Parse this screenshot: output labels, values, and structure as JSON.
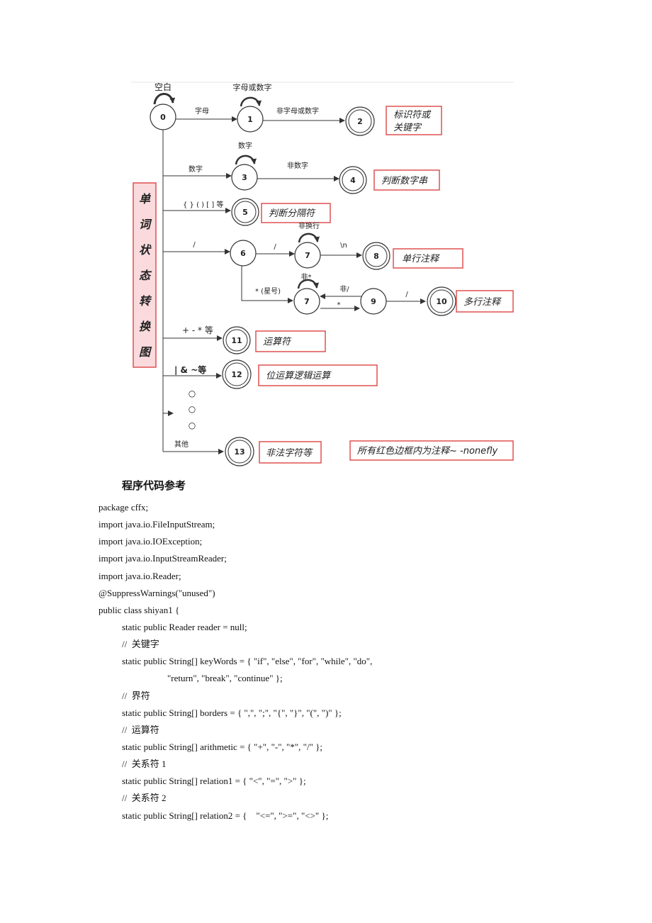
{
  "diagram": {
    "vertical_title": [
      "单",
      "词",
      "状",
      "态",
      "转",
      "换",
      "图"
    ],
    "states": {
      "s0": "0",
      "s1": "1",
      "s2": "2",
      "s3": "3",
      "s4": "4",
      "s5": "5",
      "s6": "6",
      "s7a": "7",
      "s7b": "7",
      "s8": "8",
      "s9": "9",
      "s10": "10",
      "s11": "11",
      "s12": "12",
      "s13": "13"
    },
    "edge_labels": {
      "blank_loop": "空白",
      "letter": "字母",
      "letter_or_digit_loop": "字母或数字",
      "non_letter_or_digit": "非字母或数字",
      "digit": "数字",
      "digit_loop": "数字",
      "non_digit": "非数字",
      "delimiters": "{ } ( ) [ ]  等",
      "slash_to_6": "/",
      "slash_to_7": "/",
      "non_newline_loop": "非换行",
      "newline": "\\n",
      "star": "* (星号)",
      "non_star_loop": "非*",
      "non_slash": "非/",
      "star_back": "*",
      "slash_to_10": "/",
      "ops": "+  -  *  等",
      "bitops": "| & ~等",
      "other": "其他"
    },
    "dots": [
      "○",
      "○",
      "○"
    ],
    "notes": {
      "identifier": [
        "标识符或",
        "关键字"
      ],
      "number": "判断数字串",
      "delimiter": "判断分隔符",
      "single_comment": "单行注释",
      "multi_comment": "多行注释",
      "operator": "运算符",
      "bit_logic": "位运算逻辑运算",
      "illegal": "非法字符等",
      "footer": "所有红色边框内为注释~    -nonefly"
    }
  },
  "heading": "程序代码参考",
  "code": [
    {
      "indent": 0,
      "text": "package cffx;"
    },
    {
      "indent": 0,
      "text": "import java.io.FileInputStream;"
    },
    {
      "indent": 0,
      "text": "import java.io.IOException;"
    },
    {
      "indent": 0,
      "text": "import java.io.InputStreamReader;"
    },
    {
      "indent": 0,
      "text": "import java.io.Reader;"
    },
    {
      "indent": 0,
      "text": "@SuppressWarnings(\"unused\")"
    },
    {
      "indent": 0,
      "text": "public class shiyan1 {"
    },
    {
      "indent": 1,
      "text": "static public Reader reader = null;"
    },
    {
      "indent": 1,
      "text": "//  关键字"
    },
    {
      "indent": 1,
      "text": "static public String[] keyWords = { \"if\", \"else\", \"for\", \"while\", \"do\","
    },
    {
      "indent": 2,
      "text": "\"return\", \"break\", \"continue\" };"
    },
    {
      "indent": 1,
      "text": "//  界符"
    },
    {
      "indent": 1,
      "text": "static public String[] borders = { \",\", \";\", \"{\", \"}\", \"(\", \")\" };"
    },
    {
      "indent": 1,
      "text": "//  运算符"
    },
    {
      "indent": 1,
      "text": "static public String[] arithmetic = { \"+\", \"-\", \"*\", \"/\" };"
    },
    {
      "indent": 1,
      "text": "//  关系符 1"
    },
    {
      "indent": 1,
      "text": "static public String[] relation1 = { \"<\", \"=\", \">\" };"
    },
    {
      "indent": 1,
      "text": "//  关系符 2"
    },
    {
      "indent": 1,
      "text": "static public String[] relation2 = {    \"<=\", \">=\", \"<>\" };"
    }
  ]
}
